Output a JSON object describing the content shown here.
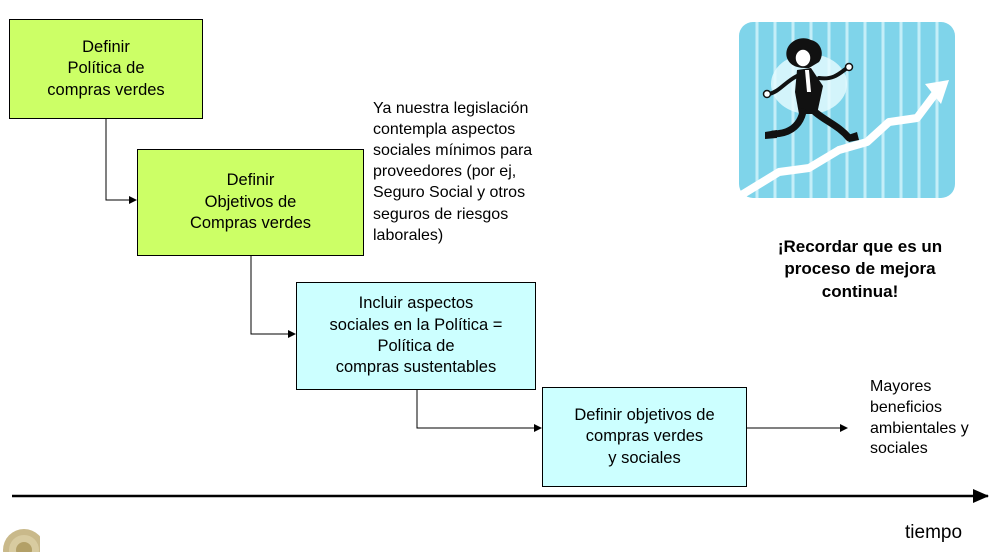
{
  "steps": [
    {
      "text": "Definir\nPolítica de\ncompras verdes",
      "color": "#ccff66"
    },
    {
      "text": "Definir\nObjetivos de\nCompras verdes",
      "color": "#ccff66"
    },
    {
      "text": "Incluir aspectos\nsociales en la Política =\nPolítica de\ncompras sustentables",
      "color": "#ccffff"
    },
    {
      "text": "Definir objetivos de\ncompras verdes\ny sociales",
      "color": "#ccffff"
    }
  ],
  "legal_note": "Ya nuestra legislación\ncontempla aspectos\nsociales mínimos para\nproveedores (por ej,\nSeguro Social y otros\nseguros de riesgos\nlaborales)",
  "benefits_note": "Mayores\nbeneficios\nambientales y\nsociales",
  "reminder": "¡Recordar que es un\nproceso de mejora\ncontinua!",
  "time_label": "tiempo",
  "illustration_icon": "person-climbing-arrow-icon"
}
